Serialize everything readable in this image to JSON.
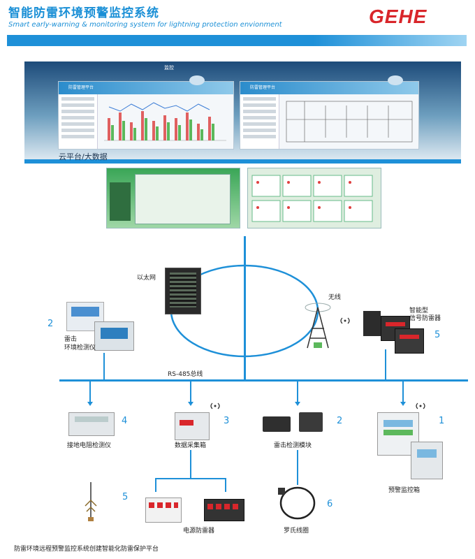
{
  "header": {
    "title_cn": "智能防雷环境预警监控系统",
    "title_en": "Smart early-warning & monitoring system for lightning protection envionment",
    "logo": "GEHE"
  },
  "cloud": {
    "label": "云平台/大数据",
    "window_left_title": "防雷管理平台",
    "window_right_title": "防雷管理平台",
    "top_text": "监控"
  },
  "network": {
    "ethernet": "以太网",
    "wireless": "无线",
    "bus": "RS-485总线"
  },
  "devices": [
    {
      "num": "2",
      "label": "雷击\n环境检测仪"
    },
    {
      "num": "5",
      "label": "智能型\n信号防雷器"
    },
    {
      "num": "4",
      "label": "接地电阻检测仪"
    },
    {
      "num": "3",
      "label": "数据采集箱"
    },
    {
      "num": "2",
      "label": "雷击检测模块"
    },
    {
      "num": "1",
      "label": "预警监控箱"
    },
    {
      "num": "5",
      "label": ""
    },
    {
      "num": "6",
      "label": "罗氏线圈"
    }
  ],
  "power_spd": "电源防雷器",
  "footer": "防雷环境远程预警监控系统创建智能化防雷保护平台",
  "colors": {
    "accent": "#1e90d8",
    "logo": "#d9262b"
  }
}
